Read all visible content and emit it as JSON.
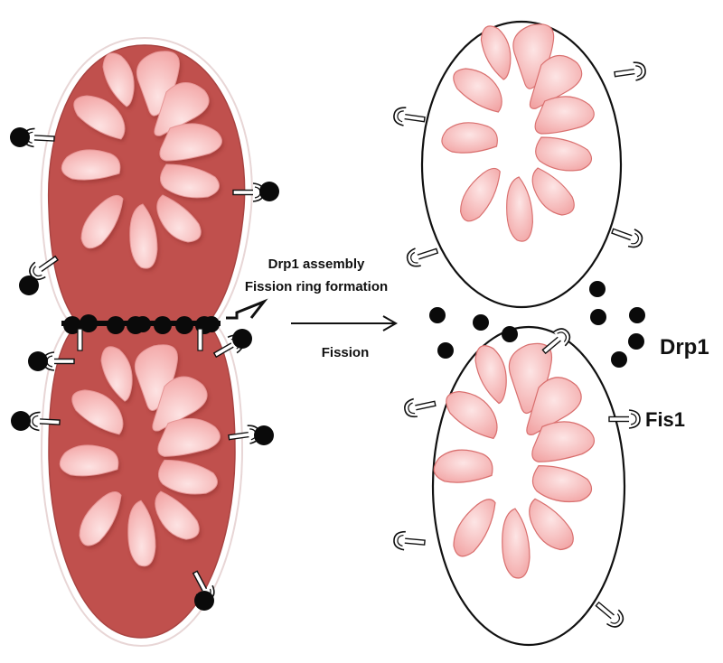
{
  "labels": {
    "assembly": "Drp1 assembly",
    "ring": "Fission ring formation",
    "fission": "Fission",
    "drp1": "Drp1",
    "fis1": "Fis1"
  },
  "colors": {
    "matrix_dark": "#c0504d",
    "matrix_outline": "#a94442",
    "cristae_light": "#f9c8c8",
    "cristae_mid": "#f2a0a0",
    "cristae_edge": "#d9706f",
    "outline": "#111111",
    "drp1_dot": "#0a0a0a"
  },
  "icons": [
    "drp1-dot",
    "fis1-receptor-icon",
    "arrow-right-icon",
    "ring-marker-icon"
  ]
}
